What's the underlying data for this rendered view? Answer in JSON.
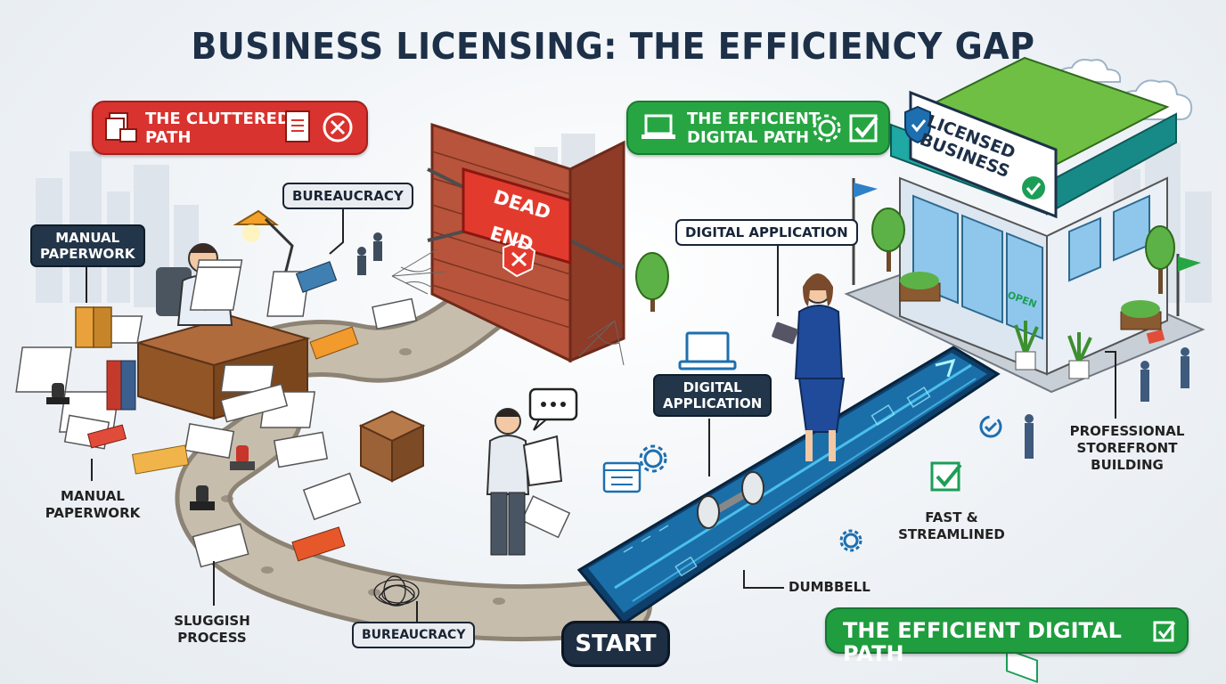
{
  "title": "BUSINESS LICENSING: THE EFFICIENCY GAP",
  "banners": {
    "cluttered": "THE CLUTTERED\nPATH",
    "efficient_top": "THE EFFICIENT\nDIGITAL PATH",
    "efficient_bottom": "THE EFFICIENT DIGITAL PATH"
  },
  "labels": {
    "manual_paperwork_top": "MANUAL\nPAPERWORK",
    "manual_paperwork_bottom": "MANUAL\nPAPERWORK",
    "bureaucracy_top": "BUREAUCRACY",
    "bureaucracy_bottom": "BUREAUCRACY",
    "sluggish_process": "SLUGGISH\nPROCESS",
    "dead_end": "DEAD END",
    "digital_application_top": "DIGITAL APPLICATION",
    "digital_application_mid": "DIGITAL\nAPPLICATION",
    "licensed_business": "LICENSED\nBUSINESS",
    "open_sign": "OPEN",
    "professional_storefront": "PROFESSIONAL\nSTOREFRONT\nBUILDING",
    "fast_streamlined": "FAST &\nSTREAMLINED",
    "dumbbell": "DUMBBELL",
    "start": "START"
  },
  "colors": {
    "cluttered_red": "#d8332f",
    "efficient_green": "#27a543",
    "navy": "#1d3048",
    "digital_path_blue": "#1b6fa8",
    "brick": "#b8543b",
    "dirt_path": "#bcb3a3"
  },
  "icons": {
    "cluttered_left": "documents-folder-icon",
    "cluttered_right": "document-x-icon",
    "efficient_left": "laptop-icon",
    "efficient_right": "gear-check-icon",
    "bottom_right": "checkbox-icon"
  }
}
